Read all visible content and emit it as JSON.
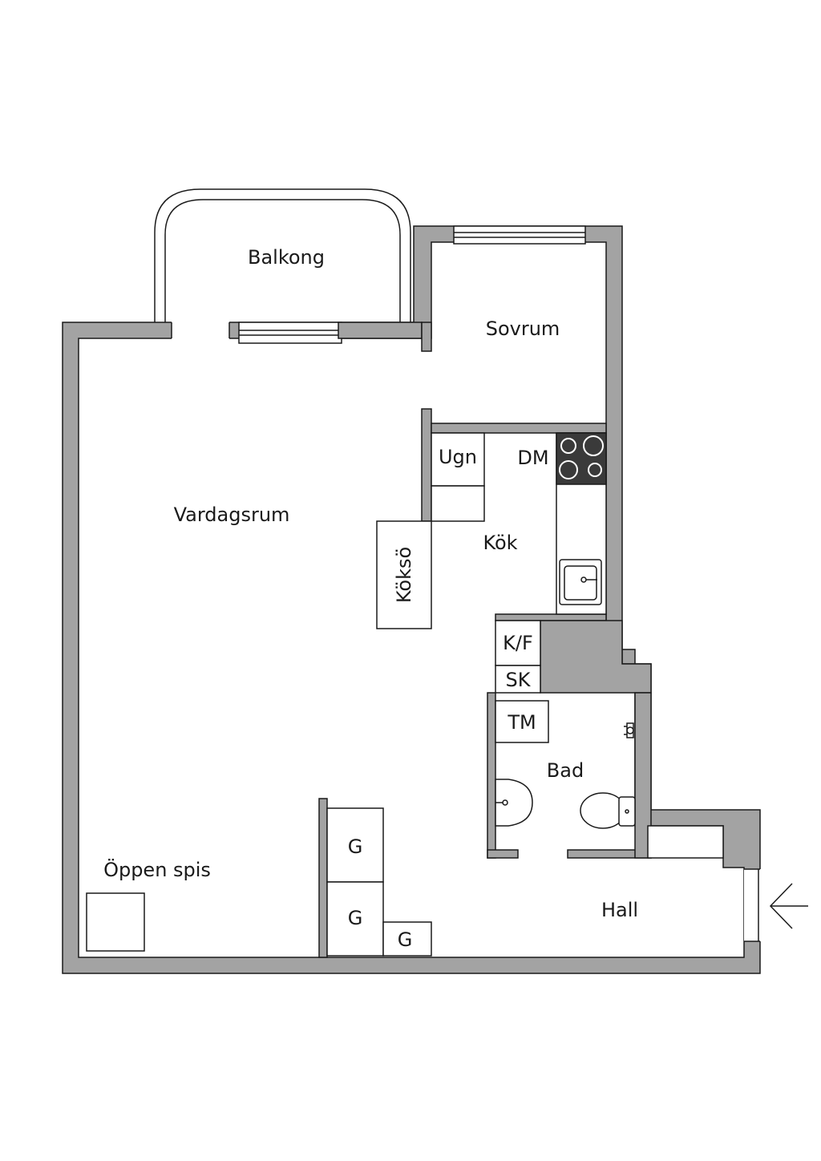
{
  "rooms": {
    "balkong": "Balkong",
    "sovrum": "Sovrum",
    "vardagsrum": "Vardagsrum",
    "kok": "Kök",
    "bad": "Bad",
    "hall": "Hall",
    "oppen_spis": "Öppen spis"
  },
  "fixtures": {
    "ugn": "Ugn",
    "dm": "DM",
    "kokso": "Köksö",
    "kf": "K/F",
    "sk": "SK",
    "tm": "TM",
    "g1": "G",
    "g2": "G",
    "g3": "G"
  },
  "icons": {
    "entrance": "arrow-left-icon",
    "stove": "stove-icon",
    "sink": "sink-icon",
    "washbasin": "washbasin-icon",
    "toilet": "toilet-icon",
    "faucet": "faucet-icon"
  },
  "colors": {
    "wall": "#a3a3a3",
    "outline": "#1a1a1a",
    "stove": "#3a3a3a",
    "background": "#ffffff"
  }
}
